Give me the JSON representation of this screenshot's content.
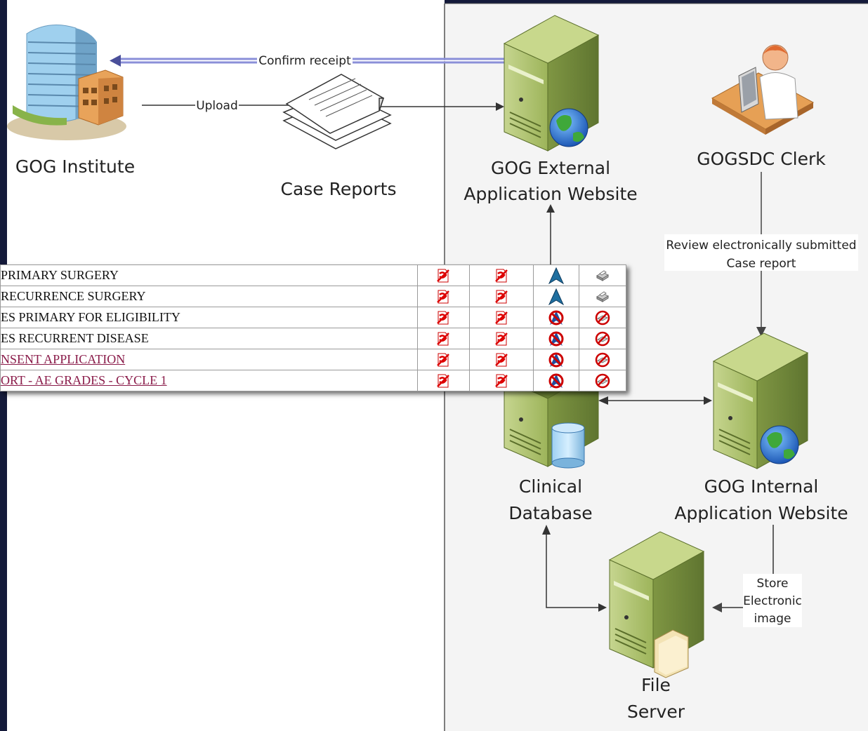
{
  "diagram": {
    "nodes": {
      "gog_institute": "GOG Institute",
      "case_reports": "Case Reports",
      "external_site_line1": "GOG External",
      "external_site_line2": "Application Website",
      "clerk": "GOGSDC Clerk",
      "clinical_db_line1": "Clinical",
      "clinical_db_line2": "Database",
      "internal_site_line1": "GOG Internal",
      "internal_site_line2": "Application Website",
      "file_server_line1": "File",
      "file_server_line2": "Server"
    },
    "edges": {
      "confirm_receipt": "Confirm receipt",
      "upload": "Upload",
      "review_line1": "Review electronically submitted",
      "review_line2": "Case report",
      "store_line1": "Store",
      "store_line2": "Electronic",
      "store_line3": "image"
    }
  },
  "crf_table": {
    "rows": [
      {
        "name": "PRIMARY SURGERY",
        "link": false,
        "status": [
          "pdf",
          "pdf",
          "up",
          "print"
        ]
      },
      {
        "name": "RECURRENCE SURGERY",
        "link": false,
        "status": [
          "pdf",
          "pdf",
          "up",
          "print"
        ]
      },
      {
        "name": "ES PRIMARY FOR ELIGIBILITY",
        "link": false,
        "status": [
          "pdf",
          "pdf",
          "noup",
          "noprint"
        ]
      },
      {
        "name": "ES RECURRENT DISEASE",
        "link": false,
        "status": [
          "pdf",
          "pdf",
          "noup",
          "noprint"
        ]
      },
      {
        "name": "NSENT APPLICATION",
        "link": true,
        "status": [
          "pdf",
          "pdf",
          "noup",
          "noprint"
        ]
      },
      {
        "name": "ORT - AE GRADES - CYCLE 1",
        "link": true,
        "status": [
          "pdf",
          "pdf",
          "noup",
          "noprint"
        ]
      }
    ]
  },
  "colors": {
    "server_green": "#a9bf69",
    "link_color": "#8a1c4a",
    "panel_bg": "#ffffff",
    "right_panel_bg": "#f4f4f4"
  }
}
